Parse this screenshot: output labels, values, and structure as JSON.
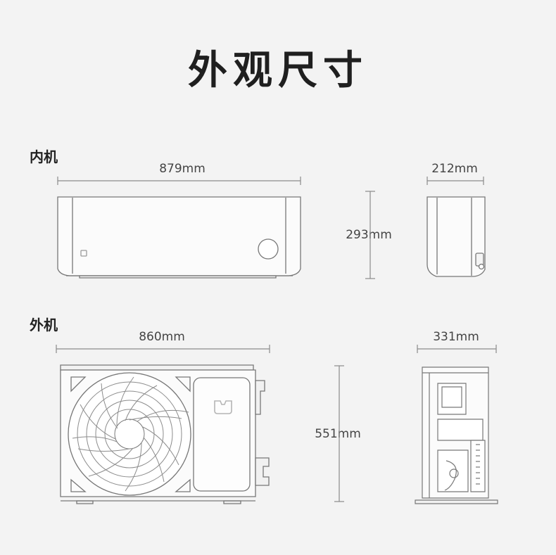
{
  "title": "外观尺寸",
  "indoor": {
    "label": "内机",
    "width": "879mm",
    "height": "293mm",
    "depth": "212mm"
  },
  "outdoor": {
    "label": "外机",
    "width": "860mm",
    "height": "551mm",
    "depth": "331mm"
  },
  "colors": {
    "background": "#f3f3f3",
    "line": "#8a8a8a",
    "text": "#222222"
  }
}
